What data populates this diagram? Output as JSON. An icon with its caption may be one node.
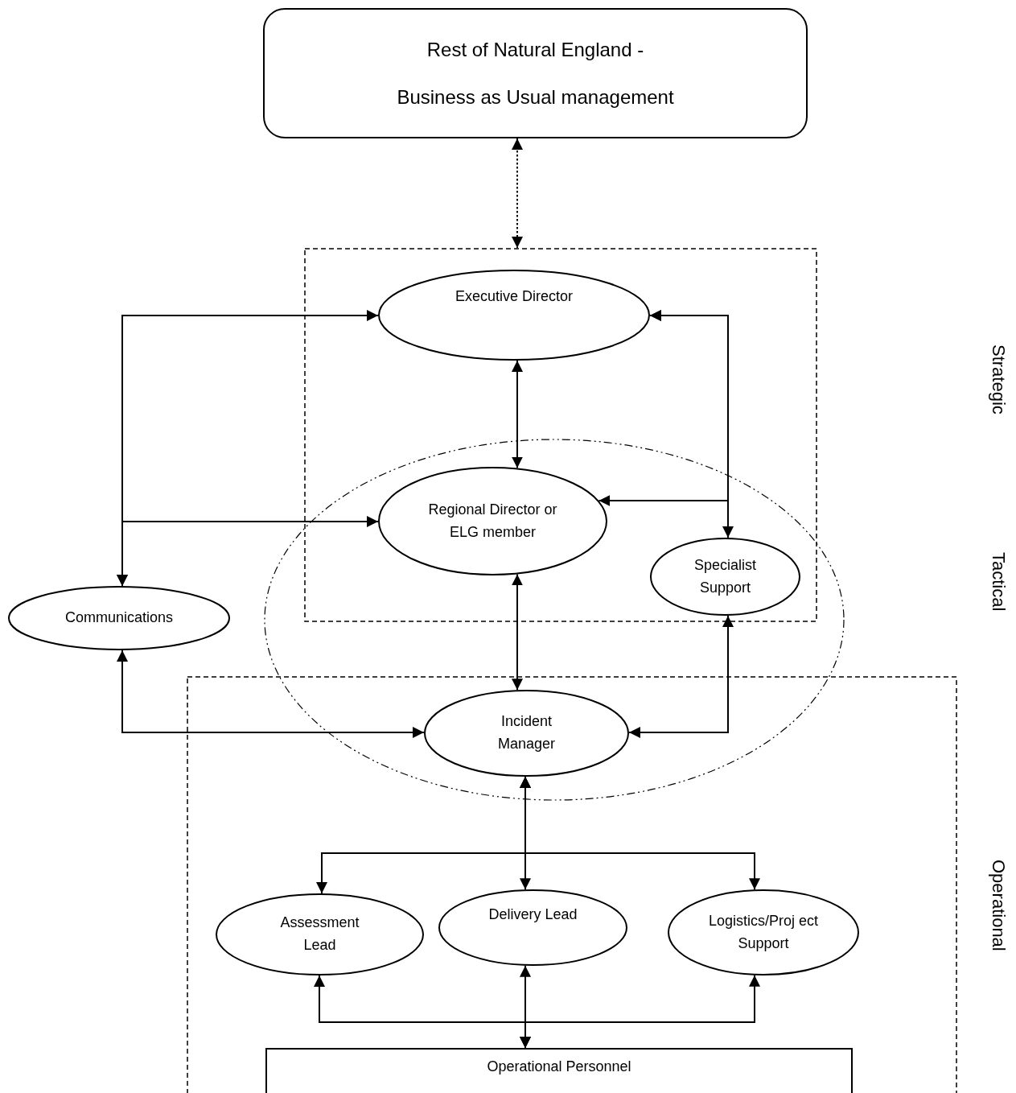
{
  "diagram": {
    "nodes": [
      {
        "text": [
          "Rest of Natural England -",
          "Business as Usual management"
        ]
      },
      {
        "text": [],
        "shape": "box"
      },
      {
        "text": [
          "Executive Director"
        ],
        "in": 1
      },
      {
        "text": [
          "Regional Director or ELG member"
        ],
        "in": 1
      },
      {
        "text": [
          "Specialist Support"
        ],
        "in": 1
      },
      {
        "text": [
          "Communications"
        ]
      },
      {
        "text": [],
        "shape": "box"
      },
      {
        "text": [
          "Incident Manager"
        ],
        "in": 6
      },
      {
        "text": [
          "Assessment Lead"
        ],
        "in": 6
      },
      {
        "text": [
          "Delivery Lead"
        ],
        "in": 6
      },
      {
        "text": [
          "Logistics/Proj ect Support"
        ],
        "in": 6
      },
      {
        "text": [
          "Operational Personnel"
        ],
        "in": 6
      }
    ],
    "edges": [
      {
        "from": 0,
        "to": 1,
        "arrow": "both",
        "style": "dashed"
      },
      {
        "from": 2,
        "to": 3,
        "arrow": "both"
      },
      {
        "from": 5,
        "to": 2,
        "arrow": "both"
      },
      {
        "from": 5,
        "to": 3,
        "arrow": "both"
      },
      {
        "from": 2,
        "to": 4,
        "arrow": "both"
      },
      {
        "from": 2,
        "to": 3,
        "arrow": "both"
      },
      {
        "from": 3,
        "to": 7,
        "arrow": "both"
      },
      {
        "from": 5,
        "to": 7,
        "arrow": "both"
      },
      {
        "from": 4,
        "to": 7,
        "arrow": "both"
      },
      {
        "from": 7,
        "to": 9,
        "arrow": "both"
      },
      {
        "from": 7,
        "to": 8,
        "arrow": "both"
      },
      {
        "from": 7,
        "to": 10,
        "arrow": "both"
      },
      {
        "from": 11,
        "to": 9,
        "arrow": "both"
      },
      {
        "from": 11,
        "to": 8,
        "arrow": "both"
      },
      {
        "from": 11,
        "to": 10,
        "arrow": "both"
      }
    ],
    "labels": [
      "Strategic",
      "Tactical",
      "Operational"
    ]
  }
}
